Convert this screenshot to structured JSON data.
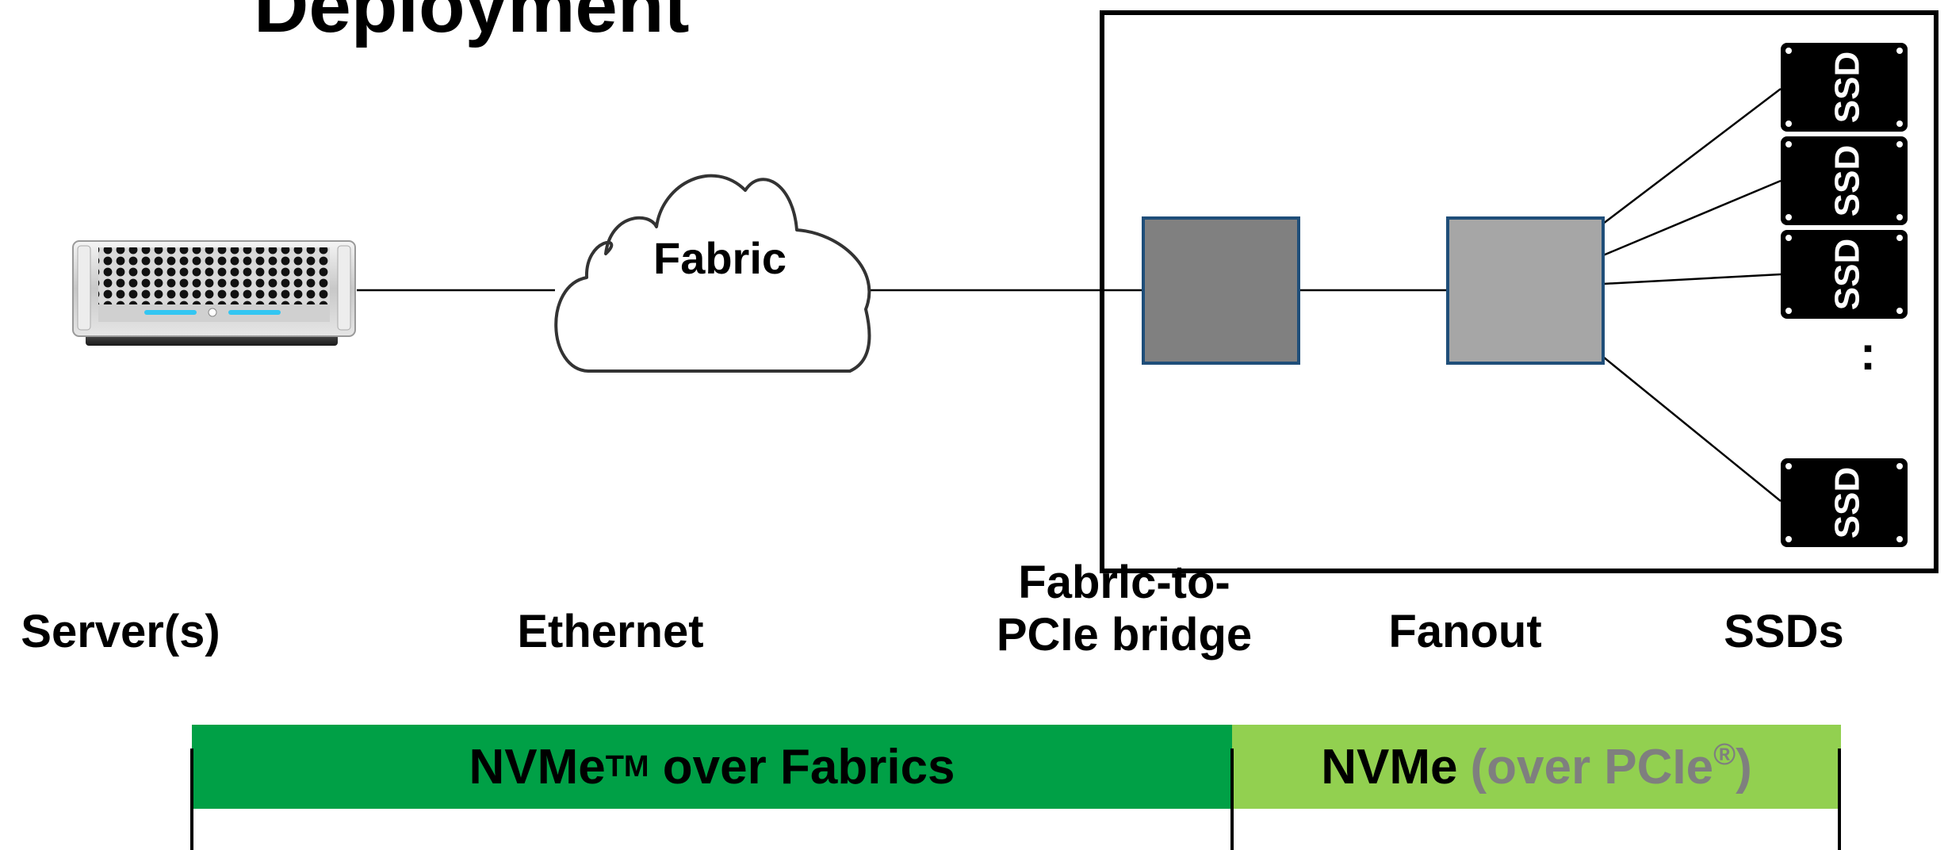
{
  "title": "Deployment",
  "fabric_label": "Fabric",
  "ssd_label": "SSD",
  "ellipsis": ":",
  "components": {
    "servers": "Server(s)",
    "ethernet": "Ethernet",
    "bridge_line1": "Fabric-to-",
    "bridge_line2": "PCIe bridge",
    "fanout": "Fanout",
    "ssds": "SSDs"
  },
  "protocols": {
    "nvmeof": {
      "prefix": "NVMe",
      "trademark": "TM",
      "suffix": " over Fabrics",
      "color": "#00a046"
    },
    "nvme": {
      "prefix": "NVMe",
      "paren_open": "(over PCIe",
      "registered": "®",
      "paren_close": ")",
      "color": "#92d050",
      "muted_color": "#7f7f7f"
    }
  },
  "colors": {
    "bridge_box": "#808080",
    "fanout_box": "#a6a6a6",
    "box_border": "#1f4e79",
    "ssd_body": "#000000",
    "server_led": "#33c6f2"
  }
}
